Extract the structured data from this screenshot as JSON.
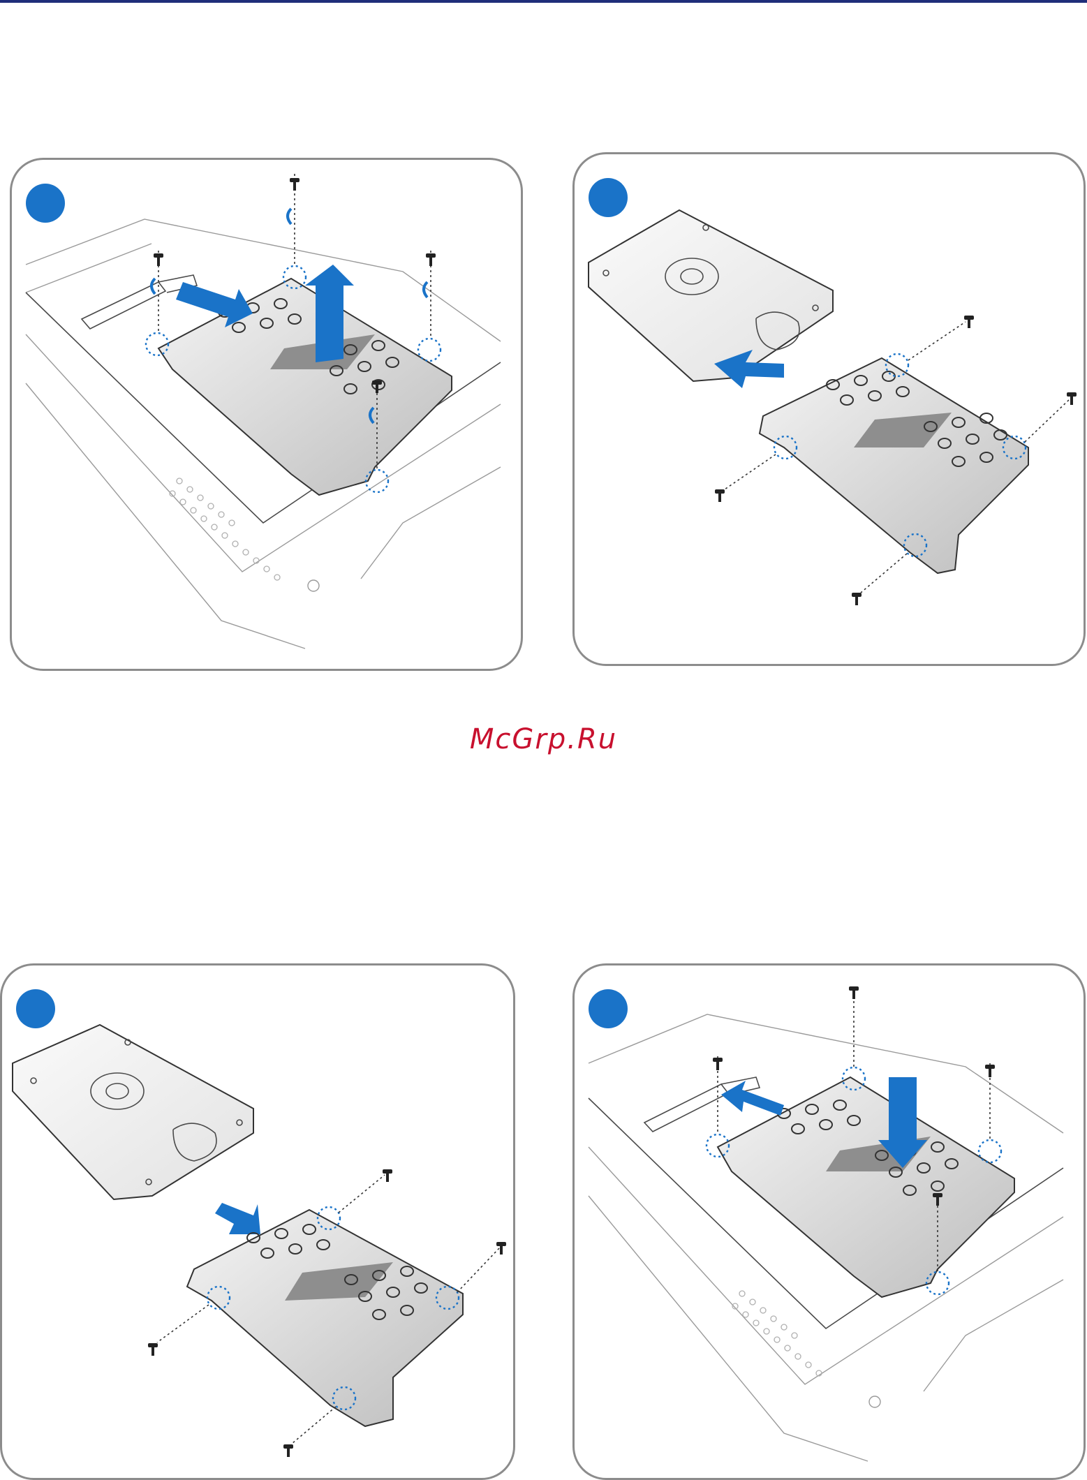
{
  "watermark": "McGrp.Ru",
  "colors": {
    "accent": "#1a73c8",
    "rule": "#1f2e7a",
    "watermark": "#c8102e",
    "border": "#8c8c8c"
  },
  "panels": [
    {
      "id": "step-1",
      "action": "remove-bracket-from-laptop"
    },
    {
      "id": "step-2",
      "action": "remove-drive-from-bracket"
    },
    {
      "id": "step-3",
      "action": "insert-drive-into-bracket"
    },
    {
      "id": "step-4",
      "action": "install-bracket-into-laptop"
    }
  ]
}
